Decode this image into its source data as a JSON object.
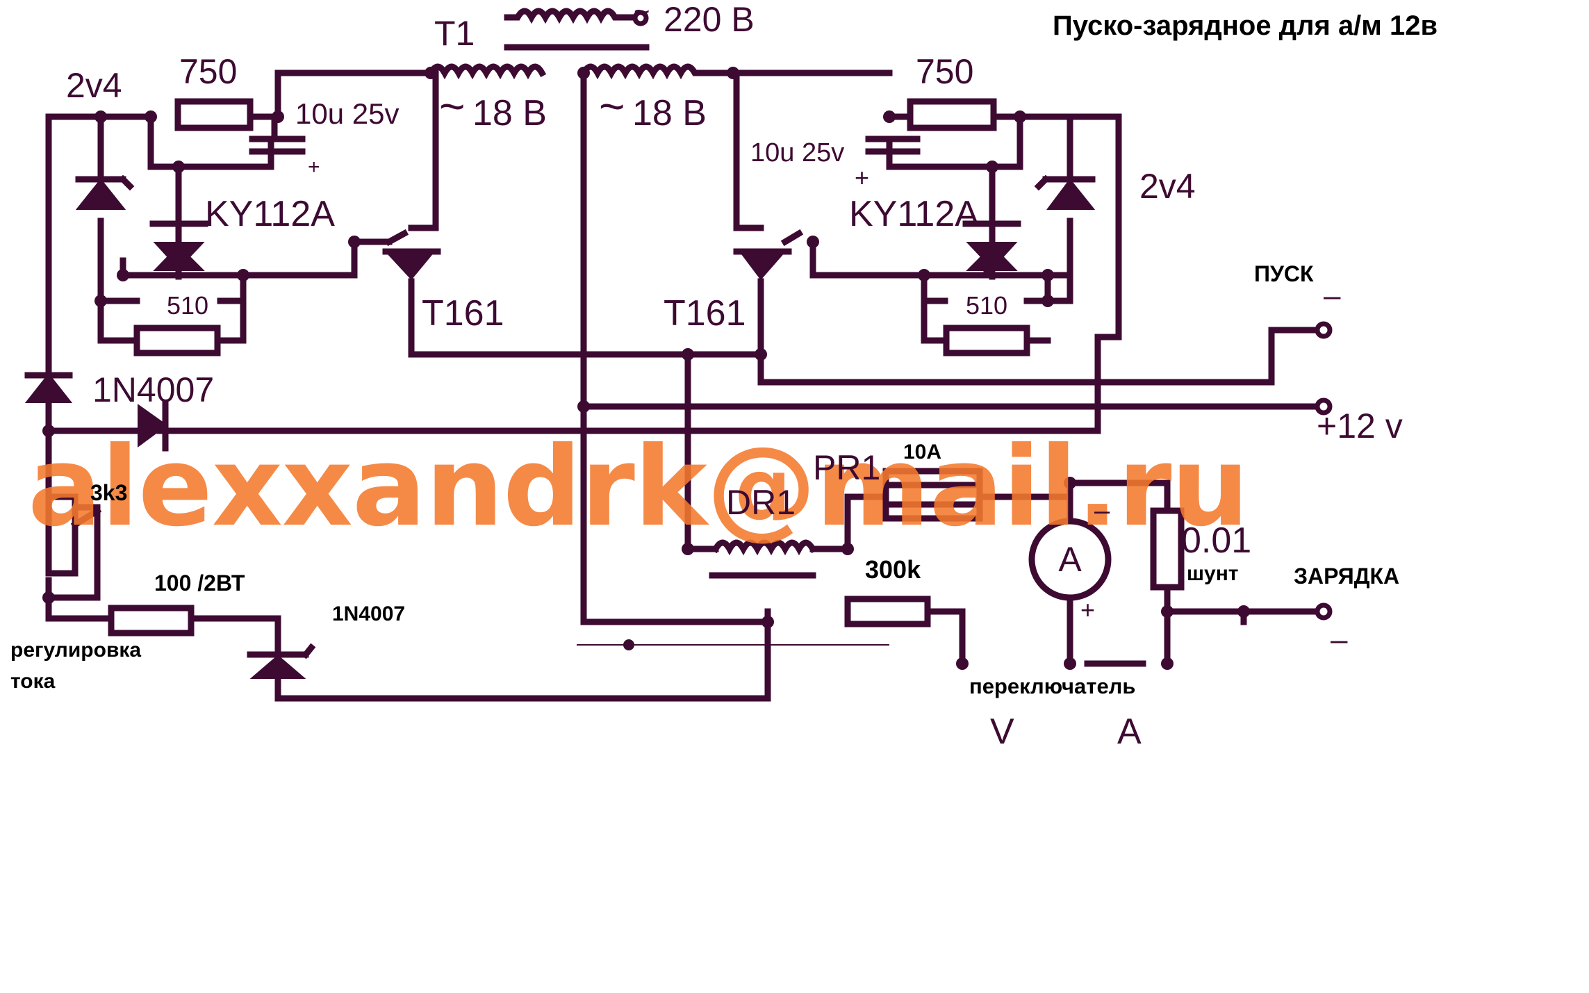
{
  "title": "Пуско-зарядное для а/м 12в",
  "watermark": "alexxandrk@mail.ru",
  "colors": {
    "wire": "#3d0a32",
    "watermark": "#f47a2e",
    "background": "#ffffff",
    "title": "#000000"
  },
  "transformer": {
    "name": "T1",
    "primary": "220 В",
    "secondary_left": "18 В",
    "secondary_right": "18 В",
    "tilde": "~"
  },
  "left_channel": {
    "resistor_top": "750",
    "capacitor": "10u 25v",
    "plus": "+",
    "zener": "2v4",
    "dinistor": "KY112A",
    "resistor_bottom": "510",
    "thyristor": "T161"
  },
  "right_channel": {
    "resistor_top": "750",
    "capacitor": "10u 25v",
    "plus": "+",
    "zener": "2v4",
    "dinistor": "KY112A",
    "resistor_bottom": "510",
    "thyristor": "T161"
  },
  "diode_top": "1N4007",
  "diode_bottom": "1N4007",
  "pot": "3k3",
  "resistor_100": "100 /2ВТ",
  "current_label_1": "регулировка",
  "current_label_2": "тока",
  "fuse_name": "PR1",
  "fuse_rating": "10A",
  "choke": "DR1",
  "resistor_300k": "300k",
  "meter": "A",
  "meter_minus": "–",
  "meter_plus": "+",
  "shunt_value": "0.01",
  "shunt_label": "шунт",
  "start_label": "ПУСК",
  "start_minus": "–",
  "plus12": "+12 v",
  "charge_label": "ЗАРЯДКА",
  "charge_minus": "–",
  "switch_label": "переключатель",
  "switch_v": "V",
  "switch_a": "A"
}
